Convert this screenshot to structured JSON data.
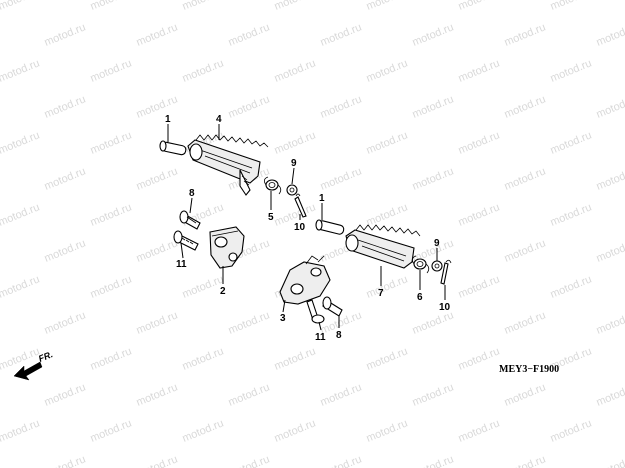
{
  "watermark": {
    "text": "motod.ru"
  },
  "diagram": {
    "code": "MEY3−F1900",
    "direction_label": "FR.",
    "callouts": [
      {
        "id": "c1a",
        "label": "1"
      },
      {
        "id": "c4",
        "label": "4"
      },
      {
        "id": "c9a",
        "label": "9"
      },
      {
        "id": "c5a",
        "label": "5"
      },
      {
        "id": "c10a",
        "label": "10"
      },
      {
        "id": "c8a",
        "label": "8"
      },
      {
        "id": "c11a",
        "label": "11"
      },
      {
        "id": "c2",
        "label": "2"
      },
      {
        "id": "c1b",
        "label": "1"
      },
      {
        "id": "c3",
        "label": "3"
      },
      {
        "id": "c11b",
        "label": "11"
      },
      {
        "id": "c8b",
        "label": "8"
      },
      {
        "id": "c7",
        "label": "7"
      },
      {
        "id": "c9b",
        "label": "9"
      },
      {
        "id": "c6",
        "label": "6"
      },
      {
        "id": "c10b",
        "label": "10"
      }
    ]
  }
}
